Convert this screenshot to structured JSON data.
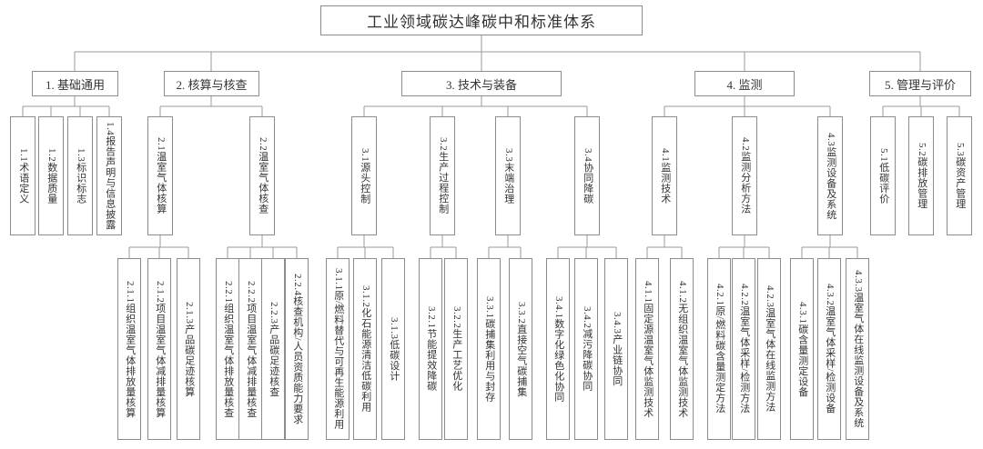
{
  "diagram": {
    "type": "tree-organization-chart",
    "colors": {
      "line": "#999999",
      "border": "#8c8c8c",
      "text": "#333333",
      "background": "#ffffff"
    }
  },
  "tree": {
    "root": {
      "label": "工业领域碳达峰碳中和标准体系"
    },
    "branches": [
      {
        "label": "1. 基础通用",
        "children": [
          {
            "label": "1.1术语定义"
          },
          {
            "label": "1.2数据质量"
          },
          {
            "label": "1.3标识标志"
          },
          {
            "label": "1.4报告声明与信息披露"
          }
        ]
      },
      {
        "label": "2. 核算与核查",
        "children": [
          {
            "label": "2.1温室气体核算",
            "children": [
              {
                "label": "2.1.1组织温室气体排放量核算"
              },
              {
                "label": "2.1.2项目温室气体减排量核算"
              },
              {
                "label": "2.1.3产品碳足迹核算"
              }
            ]
          },
          {
            "label": "2.2温室气体核查",
            "children": [
              {
                "label": "2.2.1组织温室气体排放量核查"
              },
              {
                "label": "2.2.2项目温室气体减排量核查"
              },
              {
                "label": "2.2.3产品碳足迹核查"
              },
              {
                "label": "2.2.4核查机构/人员资质能力要求"
              }
            ]
          }
        ]
      },
      {
        "label": "3. 技术与装备",
        "children": [
          {
            "label": "3.1源头控制",
            "children": [
              {
                "label": "3.1.1原/燃料替代与可再生能源利用"
              },
              {
                "label": "3.1.2化石能源清洁低碳利用"
              },
              {
                "label": "3.1.3低碳设计"
              }
            ]
          },
          {
            "label": "3.2生产过程控制",
            "children": [
              {
                "label": "3.2.1节能提效降碳"
              },
              {
                "label": "3.2.2生产工艺优化"
              }
            ]
          },
          {
            "label": "3.3末端治理",
            "children": [
              {
                "label": "3.3.1碳捕集利用与封存"
              },
              {
                "label": "3.3.2直接空气碳捕集"
              }
            ]
          },
          {
            "label": "3.4协同降碳",
            "children": [
              {
                "label": "3.4.1数字化绿色化协同"
              },
              {
                "label": "3.4.2减污降碳协同"
              },
              {
                "label": "3.4.3产业链协同"
              }
            ]
          }
        ]
      },
      {
        "label": "4. 监测",
        "children": [
          {
            "label": "4.1监测技术",
            "children": [
              {
                "label": "4.1.1固定源温室气体监测技术"
              },
              {
                "label": "4.1.2无组织温室气体监测技术"
              }
            ]
          },
          {
            "label": "4.2监测分析方法",
            "children": [
              {
                "label": "4.2.1原/燃料碳含量测定方法"
              },
              {
                "label": "4.2.2温室气体采样/检测方法"
              },
              {
                "label": "4.2.3温室气体在线监测方法"
              }
            ]
          },
          {
            "label": "4.3监测设备及系统",
            "children": [
              {
                "label": "4.3.1碳含量测定设备"
              },
              {
                "label": "4.3.2温室气体采样/检测设备"
              },
              {
                "label": "4.3.3温室气体在线监测设备及系统"
              }
            ]
          }
        ]
      },
      {
        "label": "5. 管理与评价",
        "children": [
          {
            "label": "5.1低碳评价"
          },
          {
            "label": "5.2碳排放管理"
          },
          {
            "label": "5.3碳资产管理"
          }
        ]
      }
    ]
  }
}
